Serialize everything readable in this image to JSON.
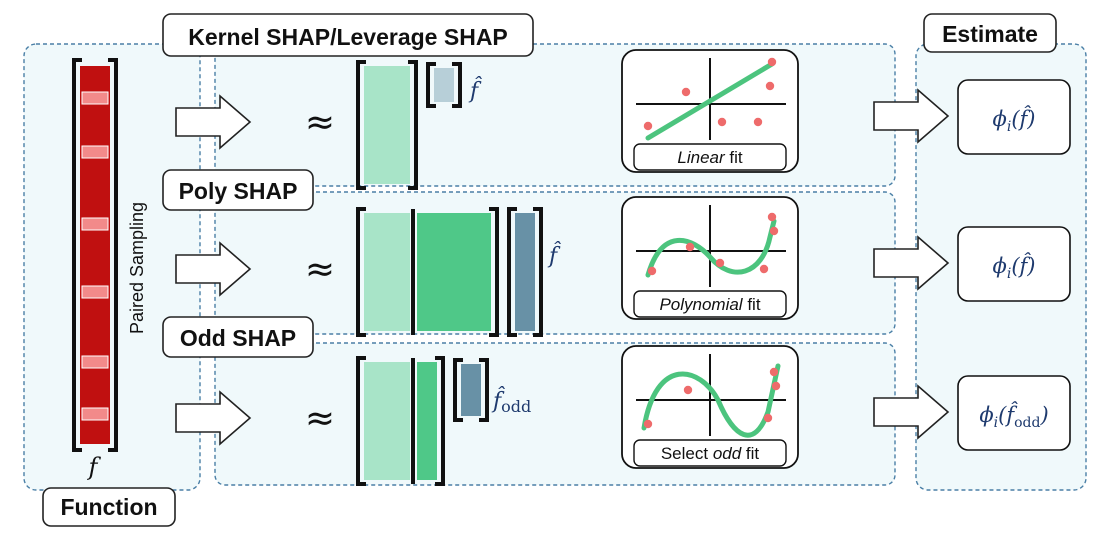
{
  "labels": {
    "kernel_header": "Kernel SHAP/Leverage SHAP",
    "estimate_header": "Estimate",
    "function_footer": "Function",
    "poly_header": "Poly SHAP",
    "odd_header": "Odd SHAP",
    "paired_sampling": "Paired Sampling",
    "f_symbol": "f",
    "approx": "≈"
  },
  "rows": [
    {
      "name": "kernel",
      "fhat": "f̂",
      "fit_caption": {
        "prefix": "",
        "emph": "Linear",
        "suffix": " fit"
      },
      "estimate": {
        "pre": "ϕ",
        "sub": "i",
        "arg": "(f̂)",
        "argsub": ""
      },
      "matrix_colors": [
        "#a8e4c8"
      ],
      "vector_color": "#b7cfd8"
    },
    {
      "name": "poly",
      "fhat": "f̂",
      "fit_caption": {
        "prefix": "",
        "emph": "Polynomial",
        "suffix": " fit"
      },
      "estimate": {
        "pre": "ϕ",
        "sub": "i",
        "arg": "(f̂)",
        "argsub": ""
      },
      "matrix_colors": [
        "#a8e4c8",
        "#4fc888"
      ],
      "vector_color": "#6891a6"
    },
    {
      "name": "odd",
      "fhat": "f̂",
      "fhat_sub": "odd",
      "fit_caption": {
        "prefix": "Select ",
        "emph": "odd",
        "suffix": " fit"
      },
      "estimate": {
        "pre": "ϕ",
        "sub": "i",
        "arg": "(f̂",
        "argsub": "odd",
        "close": ")"
      },
      "matrix_colors": [
        "#a8e4c8",
        "#4fc888"
      ],
      "vector_color": "#6891a6"
    }
  ],
  "colors": {
    "dashed": "#4a7fa6",
    "panel_fill": "#f0f9fb",
    "function_dark": "#c01010",
    "function_light": "#f28a8a",
    "curve": "#4cc47e",
    "points": "#ee6b6b",
    "math": "#1e3a6e"
  }
}
